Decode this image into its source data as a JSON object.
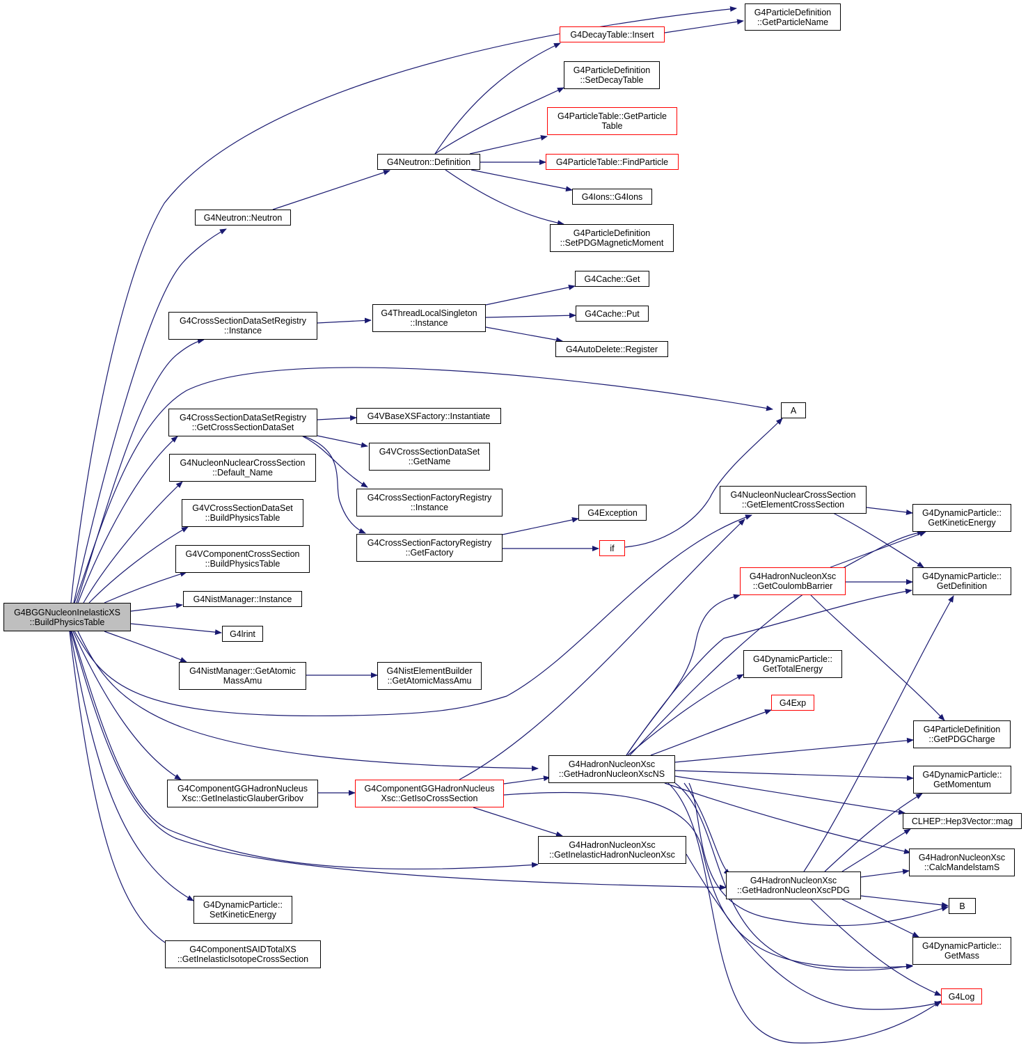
{
  "colors": {
    "edge": "#191970",
    "border": "#000000",
    "highlight_border": "#ff0000",
    "root_fill": "#bfbfbf"
  },
  "nodes": [
    {
      "id": "root",
      "lines": [
        "G4BGGNucleonInelasticXS",
        "::BuildPhysicsTable"
      ],
      "root": true,
      "red": false
    },
    {
      "id": "gpname",
      "lines": [
        "G4ParticleDefinition",
        "::GetParticleName"
      ],
      "red": false
    },
    {
      "id": "dtinsert",
      "lines": [
        "G4DecayTable::Insert"
      ],
      "red": true
    },
    {
      "id": "setdecay",
      "lines": [
        "G4ParticleDefinition",
        "::SetDecayTable"
      ],
      "red": false
    },
    {
      "id": "ptgetpart",
      "lines": [
        "G4ParticleTable::GetParticle",
        "Table"
      ],
      "red": true
    },
    {
      "id": "ndef",
      "lines": [
        "G4Neutron::Definition"
      ],
      "red": false
    },
    {
      "id": "findpart",
      "lines": [
        "G4ParticleTable::FindParticle"
      ],
      "red": true
    },
    {
      "id": "ions",
      "lines": [
        "G4Ions::G4Ions"
      ],
      "red": false
    },
    {
      "id": "nneutron",
      "lines": [
        "G4Neutron::Neutron"
      ],
      "red": false
    },
    {
      "id": "setpdgmm",
      "lines": [
        "G4ParticleDefinition",
        "::SetPDGMagneticMoment"
      ],
      "red": false
    },
    {
      "id": "cacheget",
      "lines": [
        "G4Cache::Get"
      ],
      "red": false
    },
    {
      "id": "cachesinst",
      "lines": [
        "G4CrossSectionDataSetRegistry",
        "::Instance"
      ],
      "red": false
    },
    {
      "id": "tlsinst",
      "lines": [
        "G4ThreadLocalSingleton",
        "::Instance"
      ],
      "red": false
    },
    {
      "id": "cacheput",
      "lines": [
        "G4Cache::Put"
      ],
      "red": false
    },
    {
      "id": "autodel",
      "lines": [
        "G4AutoDelete::Register"
      ],
      "red": false
    },
    {
      "id": "A",
      "lines": [
        "A"
      ],
      "red": false
    },
    {
      "id": "getcsds",
      "lines": [
        "G4CrossSectionDataSetRegistry",
        "::GetCrossSectionDataSet"
      ],
      "red": false
    },
    {
      "id": "vbaseinst",
      "lines": [
        "G4VBaseXSFactory::Instantiate"
      ],
      "red": false
    },
    {
      "id": "vcsdsname",
      "lines": [
        "G4VCrossSectionDataSet",
        "::GetName"
      ],
      "red": false
    },
    {
      "id": "nncsdef",
      "lines": [
        "G4NucleonNuclearCrossSection",
        "::Default_Name"
      ],
      "red": false
    },
    {
      "id": "csfrinst",
      "lines": [
        "G4CrossSectionFactoryRegistry",
        "::Instance"
      ],
      "red": false
    },
    {
      "id": "nncsgetel",
      "lines": [
        "G4NucleonNuclearCrossSection",
        "::GetElementCrossSection"
      ],
      "red": false
    },
    {
      "id": "vcsdsbpt",
      "lines": [
        "G4VCrossSectionDataSet",
        "::BuildPhysicsTable"
      ],
      "red": false
    },
    {
      "id": "exception",
      "lines": [
        "G4Exception"
      ],
      "red": false
    },
    {
      "id": "dpgetke",
      "lines": [
        "G4DynamicParticle::",
        "GetKineticEnergy"
      ],
      "red": false
    },
    {
      "id": "csfrgetf",
      "lines": [
        "G4CrossSectionFactoryRegistry",
        "::GetFactory"
      ],
      "red": false
    },
    {
      "id": "if",
      "lines": [
        "if"
      ],
      "red": true
    },
    {
      "id": "vcompbpt",
      "lines": [
        "G4VComponentCrossSection",
        "::BuildPhysicsTable"
      ],
      "red": false
    },
    {
      "id": "hncoulomb",
      "lines": [
        "G4HadronNucleonXsc",
        "::GetCoulombBarrier"
      ],
      "red": true
    },
    {
      "id": "dpgetdef",
      "lines": [
        "G4DynamicParticle::",
        "GetDefinition"
      ],
      "red": false
    },
    {
      "id": "nistinst",
      "lines": [
        "G4NistManager::Instance"
      ],
      "red": false
    },
    {
      "id": "g4lrint",
      "lines": [
        "G4lrint"
      ],
      "red": false
    },
    {
      "id": "dptotal",
      "lines": [
        "G4DynamicParticle::",
        "GetTotalEnergy"
      ],
      "red": false
    },
    {
      "id": "nistmass",
      "lines": [
        "G4NistManager::GetAtomic",
        "MassAmu"
      ],
      "red": false
    },
    {
      "id": "nebmass",
      "lines": [
        "G4NistElementBuilder",
        "::GetAtomicMassAmu"
      ],
      "red": false
    },
    {
      "id": "g4exp",
      "lines": [
        "G4Exp"
      ],
      "red": true
    },
    {
      "id": "pdgcharge",
      "lines": [
        "G4ParticleDefinition",
        "::GetPDGCharge"
      ],
      "red": false
    },
    {
      "id": "hnxscns",
      "lines": [
        "G4HadronNucleonXsc",
        "::GetHadronNucleonXscNS"
      ],
      "red": false
    },
    {
      "id": "ggglauber",
      "lines": [
        "G4ComponentGGHadronNucleus",
        "Xsc::GetInelasticGlauberGribov"
      ],
      "red": false
    },
    {
      "id": "ggiso",
      "lines": [
        "G4ComponentGGHadronNucleus",
        "Xsc::GetIsoCrossSection"
      ],
      "red": true
    },
    {
      "id": "dpmom",
      "lines": [
        "G4DynamicParticle::",
        "GetMomentum"
      ],
      "red": false
    },
    {
      "id": "hep3mag",
      "lines": [
        "CLHEP::Hep3Vector::mag"
      ],
      "red": false
    },
    {
      "id": "hninel",
      "lines": [
        "G4HadronNucleonXsc",
        "::GetInelasticHadronNucleonXsc"
      ],
      "red": false
    },
    {
      "id": "hnmandel",
      "lines": [
        "G4HadronNucleonXsc",
        "::CalcMandelstamS"
      ],
      "red": false
    },
    {
      "id": "hnpdg",
      "lines": [
        "G4HadronNucleonXsc",
        "::GetHadronNucleonXscPDG"
      ],
      "red": false
    },
    {
      "id": "dpsetke",
      "lines": [
        "G4DynamicParticle::",
        "SetKineticEnergy"
      ],
      "red": false
    },
    {
      "id": "B",
      "lines": [
        "B"
      ],
      "red": false
    },
    {
      "id": "dpmass",
      "lines": [
        "G4DynamicParticle::",
        "GetMass"
      ],
      "red": false
    },
    {
      "id": "saidinel",
      "lines": [
        "G4ComponentSAIDTotalXS",
        "::GetInelasticIsotopeCrossSection"
      ],
      "red": false
    },
    {
      "id": "g4log",
      "lines": [
        "G4Log"
      ],
      "red": true
    }
  ]
}
